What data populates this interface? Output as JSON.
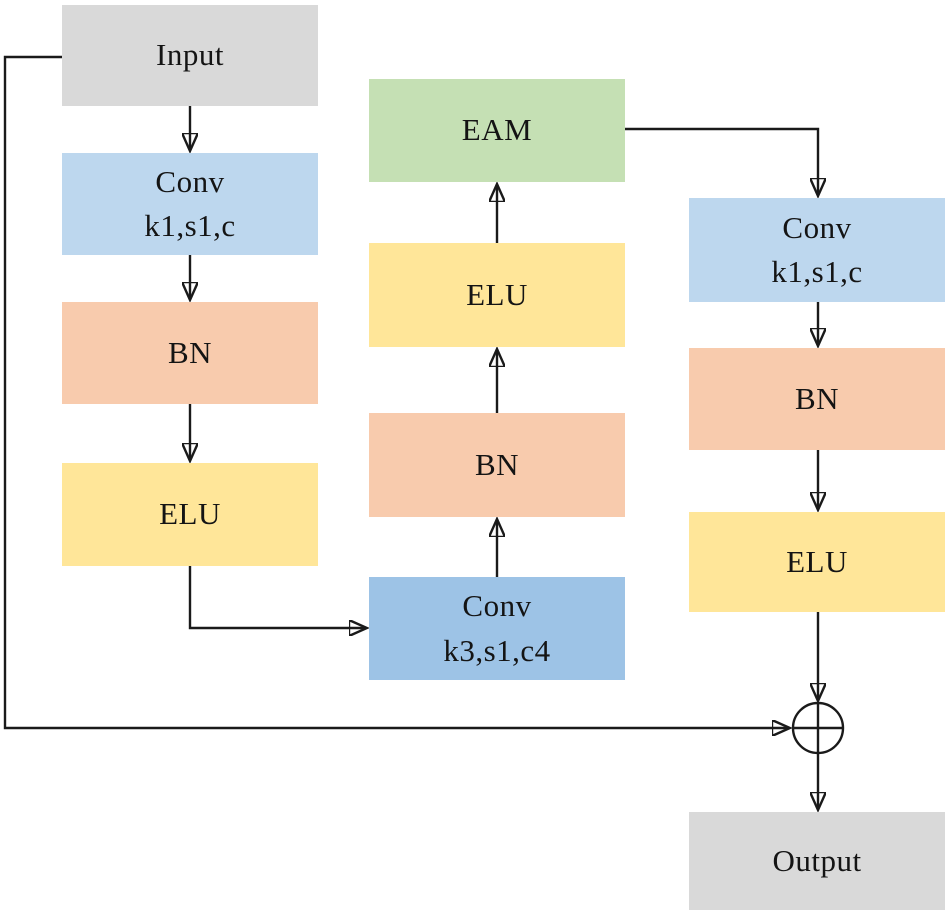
{
  "diagram": {
    "type": "neural-network-block-flowchart",
    "sum_symbol": "⊕",
    "colors": {
      "io_gray": "#d9d9d9",
      "conv_light_blue": "#bdd7ee",
      "conv_mid_blue": "#9dc3e6",
      "bn_salmon": "#f8cbad",
      "elu_yellow": "#ffe699",
      "eam_green": "#c5e0b4",
      "wire_black": "#1a1a1a"
    }
  },
  "nodes": {
    "input": {
      "label": "Input",
      "color": "#d9d9d9"
    },
    "conv1": {
      "label": "Conv\nk1,s1,c",
      "color": "#bdd7ee"
    },
    "bn1": {
      "label": "BN",
      "color": "#f8cbad"
    },
    "elu1": {
      "label": "ELU",
      "color": "#ffe699"
    },
    "conv2": {
      "label": "Conv\nk3,s1,c4",
      "color": "#9dc3e6"
    },
    "bn2": {
      "label": "BN",
      "color": "#f8cbad"
    },
    "elu2": {
      "label": "ELU",
      "color": "#ffe699"
    },
    "eam": {
      "label": "EAM",
      "color": "#c5e0b4"
    },
    "conv3": {
      "label": "Conv\nk1,s1,c",
      "color": "#bdd7ee"
    },
    "bn3": {
      "label": "BN",
      "color": "#f8cbad"
    },
    "elu3": {
      "label": "ELU",
      "color": "#ffe699"
    },
    "sum": {
      "label": "⊕"
    },
    "output": {
      "label": "Output",
      "color": "#d9d9d9"
    }
  },
  "edges": [
    {
      "from": "input",
      "to": "conv1"
    },
    {
      "from": "conv1",
      "to": "bn1"
    },
    {
      "from": "bn1",
      "to": "elu1"
    },
    {
      "from": "elu1",
      "to": "conv2"
    },
    {
      "from": "conv2",
      "to": "bn2"
    },
    {
      "from": "bn2",
      "to": "elu2"
    },
    {
      "from": "elu2",
      "to": "eam"
    },
    {
      "from": "eam",
      "to": "conv3"
    },
    {
      "from": "conv3",
      "to": "bn3"
    },
    {
      "from": "bn3",
      "to": "elu3"
    },
    {
      "from": "elu3",
      "to": "sum"
    },
    {
      "from": "input",
      "to": "sum",
      "type": "skip-connection"
    },
    {
      "from": "sum",
      "to": "output"
    }
  ]
}
